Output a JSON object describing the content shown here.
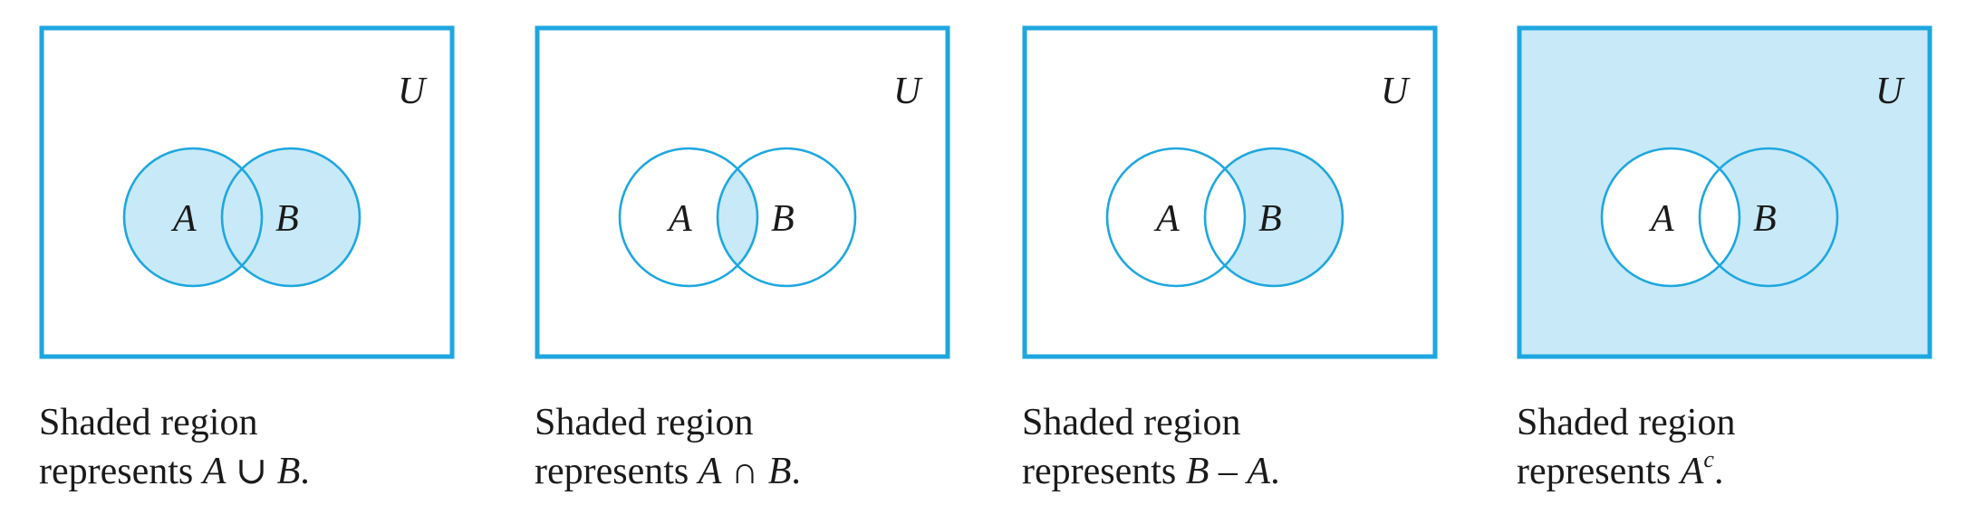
{
  "colors": {
    "stroke": "#1ea7df",
    "fill": "#c8e9f8",
    "background": "#ffffff",
    "text": "#1a1a1a"
  },
  "panels": [
    {
      "shading": "union",
      "universe_label": "U",
      "set_a_label": "A",
      "set_b_label": "B",
      "caption_line1": "Shaded region",
      "caption_prefix": "represents ",
      "expr_left": "A",
      "expr_op": " ∪ ",
      "expr_right": "B",
      "expr_sup": "",
      "expr_end": "."
    },
    {
      "shading": "intersection",
      "universe_label": "U",
      "set_a_label": "A",
      "set_b_label": "B",
      "caption_line1": "Shaded region",
      "caption_prefix": "represents ",
      "expr_left": "A",
      "expr_op": " ∩ ",
      "expr_right": "B",
      "expr_sup": "",
      "expr_end": "."
    },
    {
      "shading": "b-minus-a",
      "universe_label": "U",
      "set_a_label": "A",
      "set_b_label": "B",
      "caption_line1": "Shaded region",
      "caption_prefix": "represents ",
      "expr_left": "B",
      "expr_op": " – ",
      "expr_right": "A",
      "expr_sup": "",
      "expr_end": "."
    },
    {
      "shading": "complement-a",
      "universe_label": "U",
      "set_a_label": "A",
      "set_b_label": "B",
      "caption_line1": "Shaded region",
      "caption_prefix": "represents ",
      "expr_left": "A",
      "expr_op": "",
      "expr_right": "",
      "expr_sup": "c",
      "expr_end": "."
    }
  ]
}
